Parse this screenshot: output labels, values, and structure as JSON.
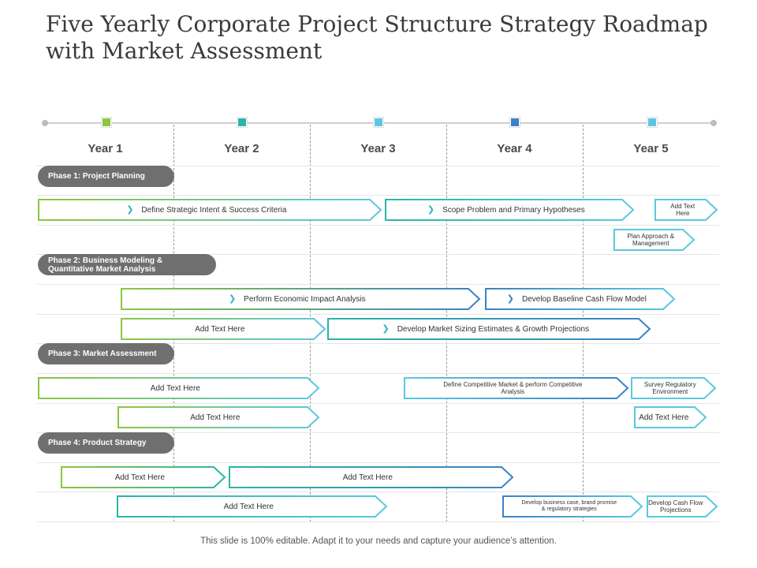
{
  "title": "Five Yearly Corporate Project Structure Strategy Roadmap with Market Assessment",
  "footer": "This slide is 100% editable. Adapt it to your needs and capture your audience’s attention.",
  "years": [
    "Year 1",
    "Year 2",
    "Year 3",
    "Year 4",
    "Year 5"
  ],
  "colors": {
    "green": "#8cc63f",
    "teal": "#29b6a7",
    "cyan": "#5bc8e0",
    "blue": "#3b82c4",
    "phase": "#6f6f6f"
  },
  "phases": {
    "p1": "Phase 1: Project Planning",
    "p2": "Phase 2: Business Modeling & Quantitative Market Analysis",
    "p3": "Phase 3: Market Assessment",
    "p4": "Phase 4: Product Strategy"
  },
  "tasks": {
    "t1": "Define Strategic Intent & Success Criteria",
    "t2": "Scope Problem and Primary Hypotheses",
    "t3": "Add Text Here",
    "t4": "Plan Approach & Management",
    "t5": "Perform Economic Impact Analysis",
    "t6": "Develop Baseline Cash Flow Model",
    "t7": "Add Text Here",
    "t8": "Develop Market Sizing Estimates & Growth Projections",
    "t9": "Add Text Here",
    "t10": "Define Competitive Market & perform Competitive Analysis",
    "t11": "Survey Regulatory Environment",
    "t12": "Add Text Here",
    "t13": "Add Text Here",
    "t14": "Add Text Here",
    "t15": "Add Text Here",
    "t16": "Add Text Here",
    "t17": "Develop business case, brand promise & regulatory strategies",
    "t18": "Develop Cash Flow Projections"
  }
}
